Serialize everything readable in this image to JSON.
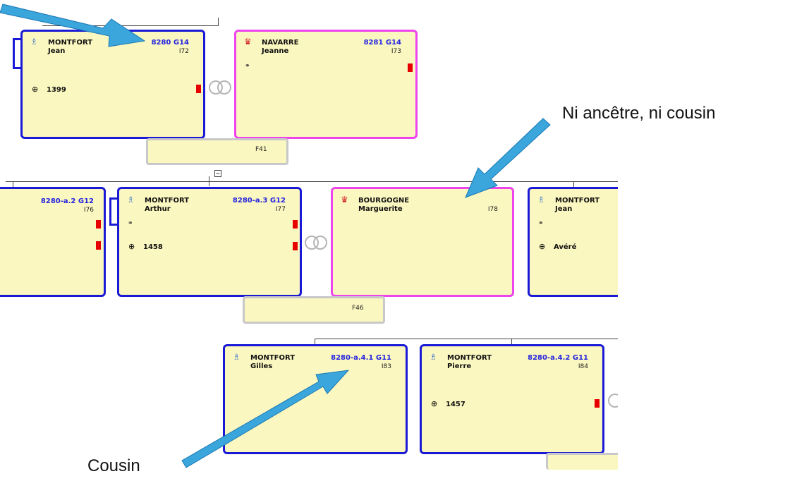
{
  "persons": {
    "jean_top": {
      "surname": "MONTFORT",
      "given": "Jean",
      "sosa": "8280 G14",
      "id": "I72",
      "date": "1399"
    },
    "jeanne": {
      "surname": "NAVARRE",
      "given": "Jeanne",
      "sosa": "8281 G14",
      "id": "I73",
      "marr": "⚭"
    },
    "left_g12": {
      "sosa": "8280-a.2 G12",
      "id": "I76"
    },
    "arthur": {
      "surname": "MONTFORT",
      "given": "Arthur",
      "sosa": "8280-a.3 G12",
      "id": "I77",
      "marr": "⚭",
      "date": "1458"
    },
    "marguerite": {
      "surname": "BOURGOGNE",
      "given": "Marguerite",
      "id": "I78"
    },
    "jean_right": {
      "surname": "MONTFORT",
      "given": "Jean",
      "marr": "⚭",
      "date": "Avéré"
    },
    "gilles": {
      "surname": "MONTFORT",
      "given": "Gilles",
      "sosa": "8280-a.4.1 G11",
      "id": "I83"
    },
    "pierre": {
      "surname": "MONTFORT",
      "given": "Pierre",
      "sosa": "8280-a.4.2 G11",
      "id": "I84",
      "date": "1457"
    }
  },
  "families": {
    "f41": "F41",
    "f46": "F46"
  },
  "annotations": {
    "ni": "Ni ancêtre, ni cousin",
    "cousin": "Cousin"
  },
  "colors": {
    "arrow": "#3aa6dc",
    "male_border": "#1a1ad6",
    "female_border": "#ee44ee",
    "card_bg": "#fbf7c0"
  },
  "icons": {
    "male": "male-person-icon",
    "female": "female-person-icon",
    "death": "death-icon",
    "marriage": "marriage-icon",
    "collapse": "collapse-icon"
  }
}
